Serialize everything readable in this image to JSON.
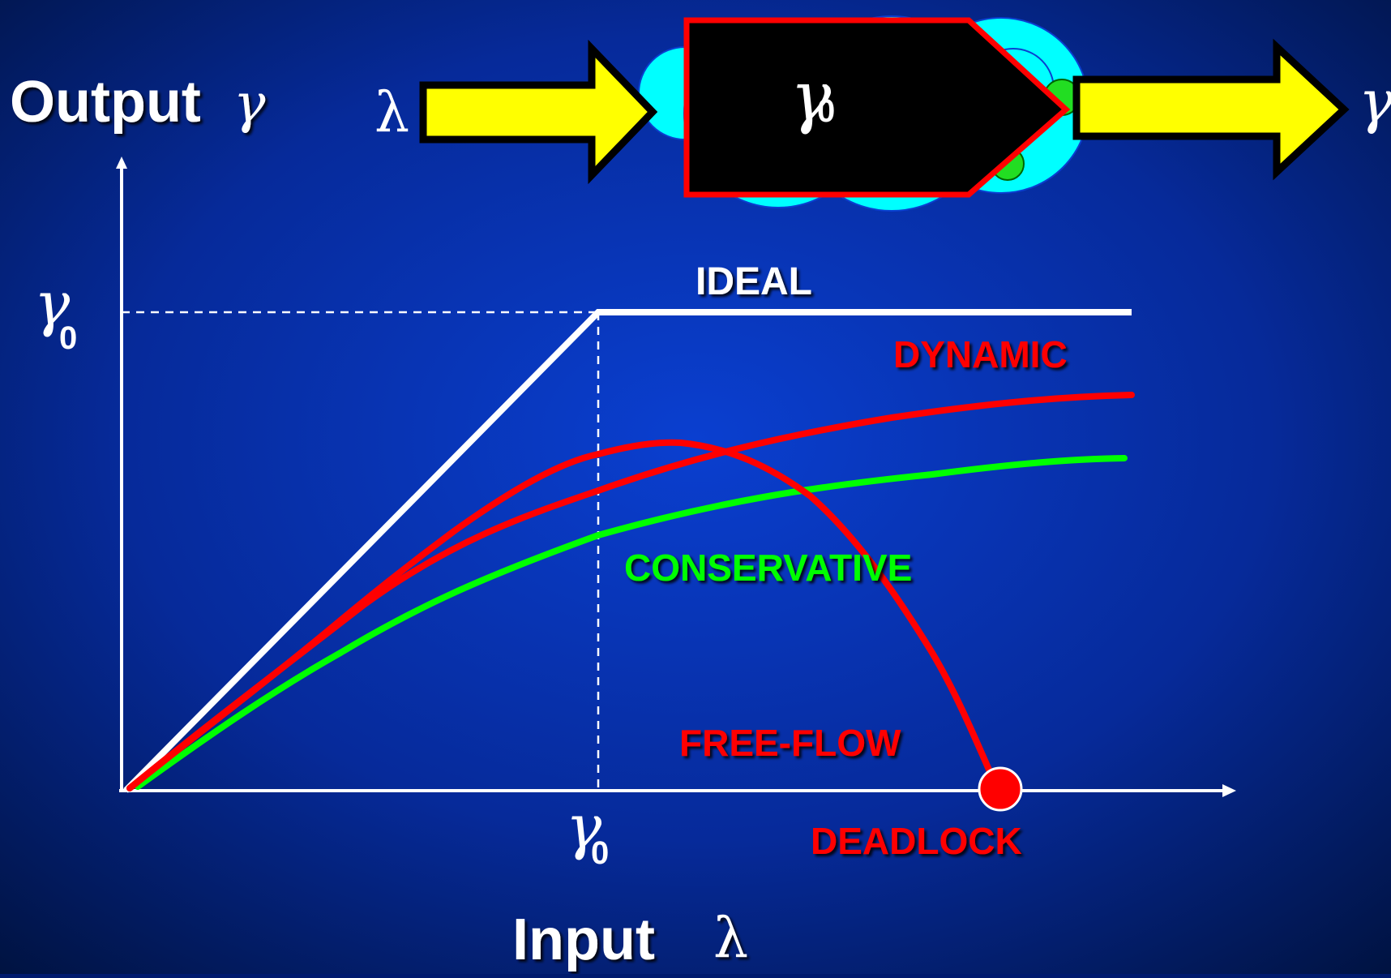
{
  "labels": {
    "output": "Output",
    "input": "Input",
    "gamma_symbol": "γ",
    "lambda_symbol": "λ",
    "gamma_subscript": "0"
  },
  "curves": {
    "ideal": "IDEAL",
    "dynamic": "DYNAMIC",
    "conservative": "CONSERVATIVE",
    "free_flow": "FREE-FLOW",
    "deadlock": "DEADLOCK"
  },
  "colors": {
    "background_center": "#0a3fd0",
    "background_edge": "#00123f",
    "ideal": "#ffffff",
    "dynamic": "#ff0000",
    "free_flow": "#ff0000",
    "conservative": "#00ff00",
    "deadlock_marker": "#ff0000",
    "arrow_fill": "#ffff00",
    "cloud": "#00ffff",
    "box_fill": "#000000",
    "box_border": "#ff0000",
    "axis": "#ffffff"
  }
}
